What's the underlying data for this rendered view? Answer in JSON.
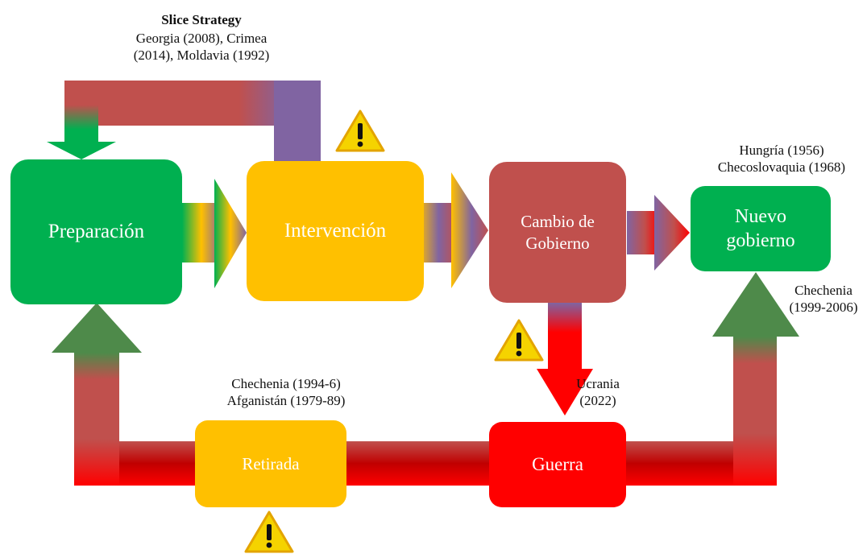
{
  "colors": {
    "green": "#00b050",
    "yellow": "#ffc000",
    "brick": "#c0504d",
    "red": "#ff0000",
    "purple": "#8064a2",
    "dark_red": "#c00000",
    "warning": "#f5d300"
  },
  "boxes": {
    "preparacion": "Preparación",
    "intervencion": "Intervención",
    "cambio": "Cambio de\nGobierno",
    "nuevo": "Nuevo\ngobierno",
    "retirada": "Retirada",
    "guerra": "Guerra"
  },
  "labels": {
    "slice_title": "Slice Strategy",
    "slice_examples": "Georgia (2008), Crimea\n(2014), Moldavia (1992)",
    "hungria": "Hungría (1956)\nChecoslovaquia (1968)",
    "chechenia_late": "Chechenia\n(1999-2006)",
    "ucrania": "Ucrania\n(2022)",
    "retirada_examples": "Chechenia (1994-6)\nAfganistán (1979-89)"
  },
  "icons": [
    "warning-icon",
    "warning-icon",
    "warning-icon"
  ]
}
